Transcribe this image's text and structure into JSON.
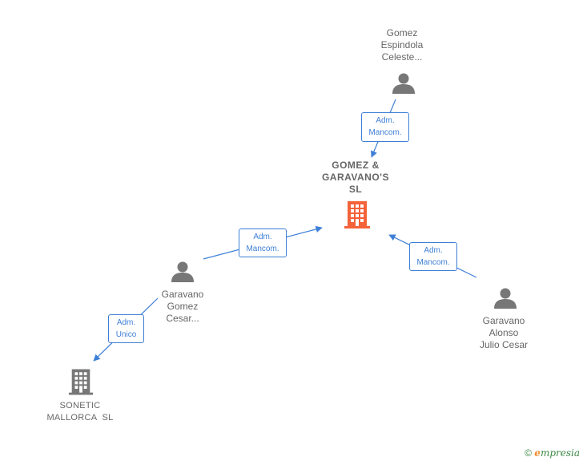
{
  "nodes": {
    "gomez_espindola": {
      "lines": [
        "Gomez",
        "Espindola",
        "Celeste..."
      ]
    },
    "main_company": {
      "lines": [
        "GOMEZ &",
        "GARAVANO'S",
        "SL"
      ]
    },
    "garavano_gomez": {
      "lines": [
        "Garavano",
        "Gomez",
        "Cesar..."
      ]
    },
    "garavano_alonso": {
      "lines": [
        "Garavano",
        "Alonso",
        "Julio Cesar"
      ]
    },
    "sonetic": {
      "lines": [
        "SONETIC",
        "MALLORCA  SL"
      ]
    }
  },
  "relations": {
    "r1": {
      "lines": [
        "Adm.",
        "Mancom."
      ]
    },
    "r2": {
      "lines": [
        "Adm.",
        "Mancom."
      ]
    },
    "r3": {
      "lines": [
        "Adm.",
        "Mancom."
      ]
    },
    "r4": {
      "lines": [
        "Adm.",
        "Unico"
      ]
    }
  },
  "colors": {
    "main_company": "#f4623a",
    "company": "#777777",
    "person": "#777777",
    "edge": "#3d7fd6"
  },
  "footer": {
    "copyright": "©",
    "brand_initial": "e",
    "brand_rest": "mpresia"
  }
}
